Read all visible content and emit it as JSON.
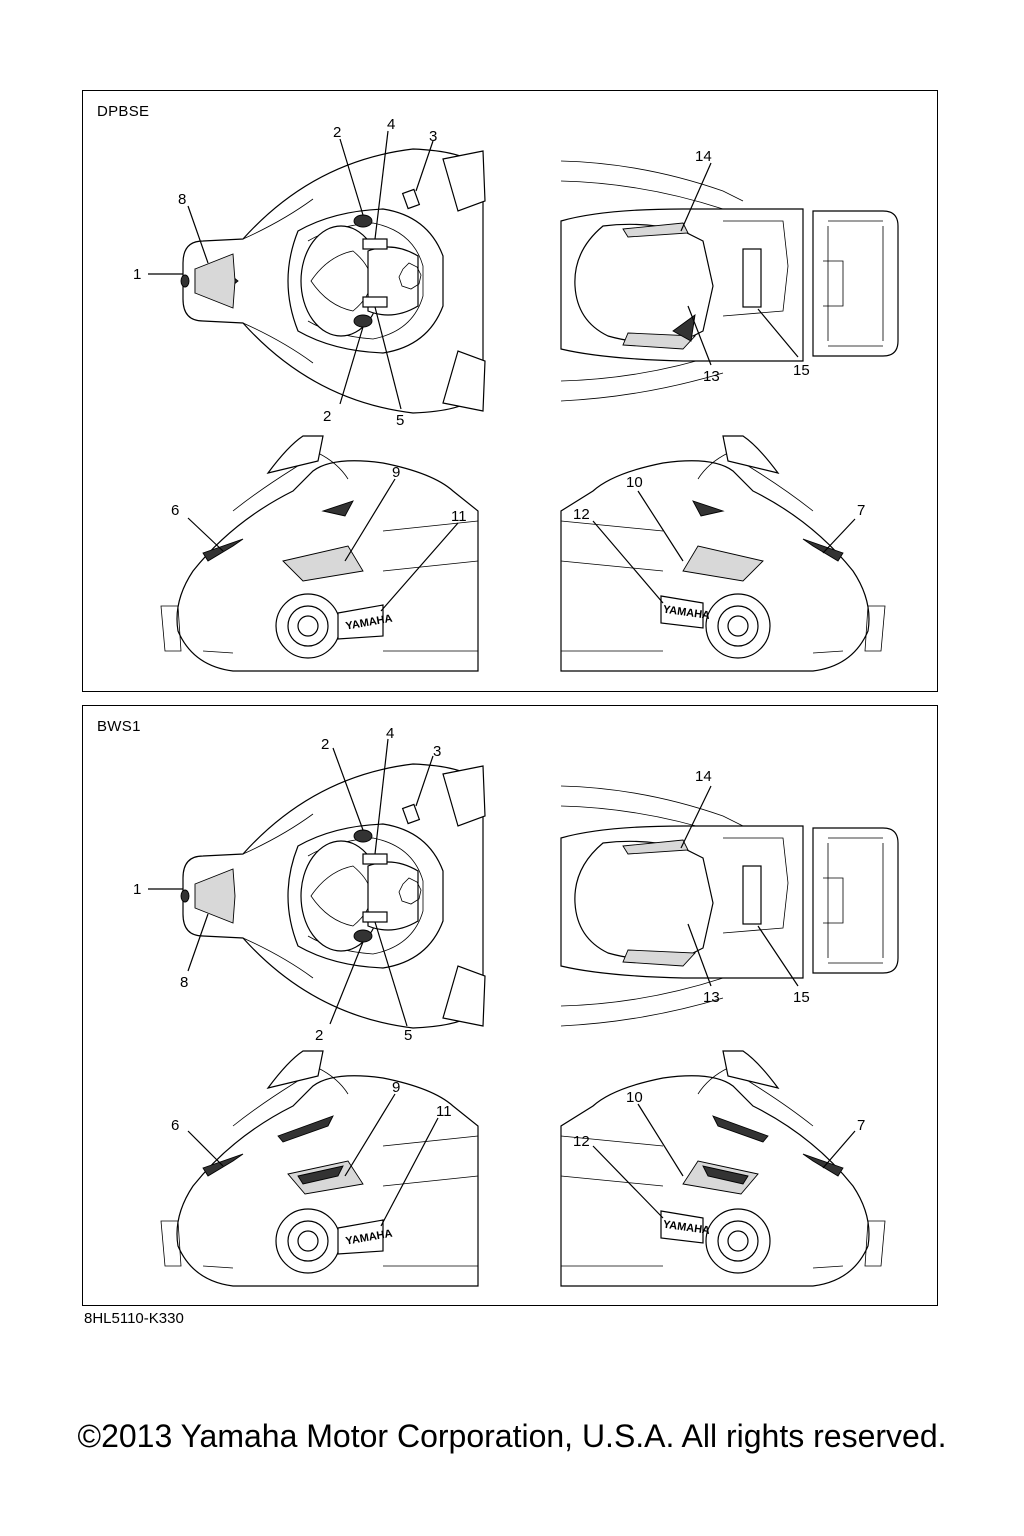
{
  "panels": [
    {
      "label": "DPBSE",
      "callouts": [
        "1",
        "2",
        "2",
        "3",
        "4",
        "5",
        "6",
        "7",
        "8",
        "9",
        "10",
        "11",
        "12",
        "13",
        "14",
        "15"
      ]
    },
    {
      "label": "BWS1",
      "callouts": [
        "1",
        "2",
        "2",
        "3",
        "4",
        "5",
        "6",
        "7",
        "8",
        "9",
        "10",
        "11",
        "12",
        "13",
        "14",
        "15"
      ]
    }
  ],
  "logo_text": "YAMAHA",
  "part_code": "8HL5110-K330",
  "copyright": "©2013 Yamaha Motor Corporation, U.S.A. All rights reserved."
}
